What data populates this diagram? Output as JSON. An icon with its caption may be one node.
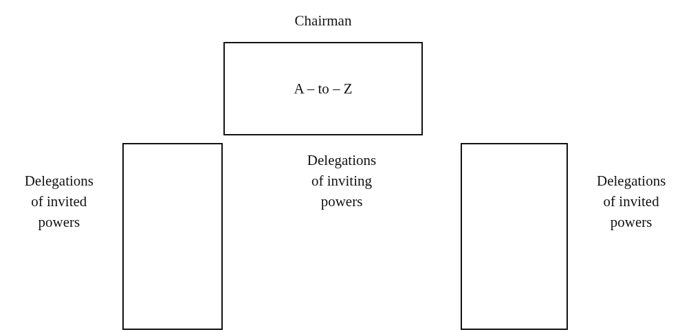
{
  "diagram": {
    "nodes": [
      {
        "text": [
          "Chairman",
          "A – to – Z"
        ]
      },
      {
        "text": [],
        "shape": "box",
        "beside": [
          "Delegations of invited powers"
        ]
      },
      {
        "text": [],
        "shape": "box",
        "beside": [
          "Delegations of invited powers"
        ]
      }
    ],
    "labels": [
      "Delegations of inviting powers"
    ]
  }
}
